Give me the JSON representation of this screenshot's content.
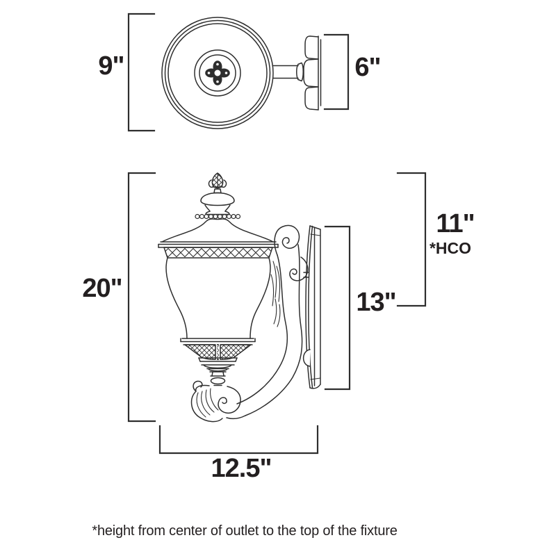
{
  "diagram_type": "product-dimension-line-drawing",
  "colors": {
    "background": "#ffffff",
    "line_art": "#2e2e2e",
    "text": "#231f20"
  },
  "dimensions": {
    "top_view_height": "9\"",
    "top_view_backplate": "6\"",
    "overall_height": "20\"",
    "backplate_height": "13\"",
    "outlet_to_top": "11\"",
    "outlet_note": "*HCO",
    "overall_width": "12.5\""
  },
  "footnote": "*height from center of outlet to the top of the fixture"
}
